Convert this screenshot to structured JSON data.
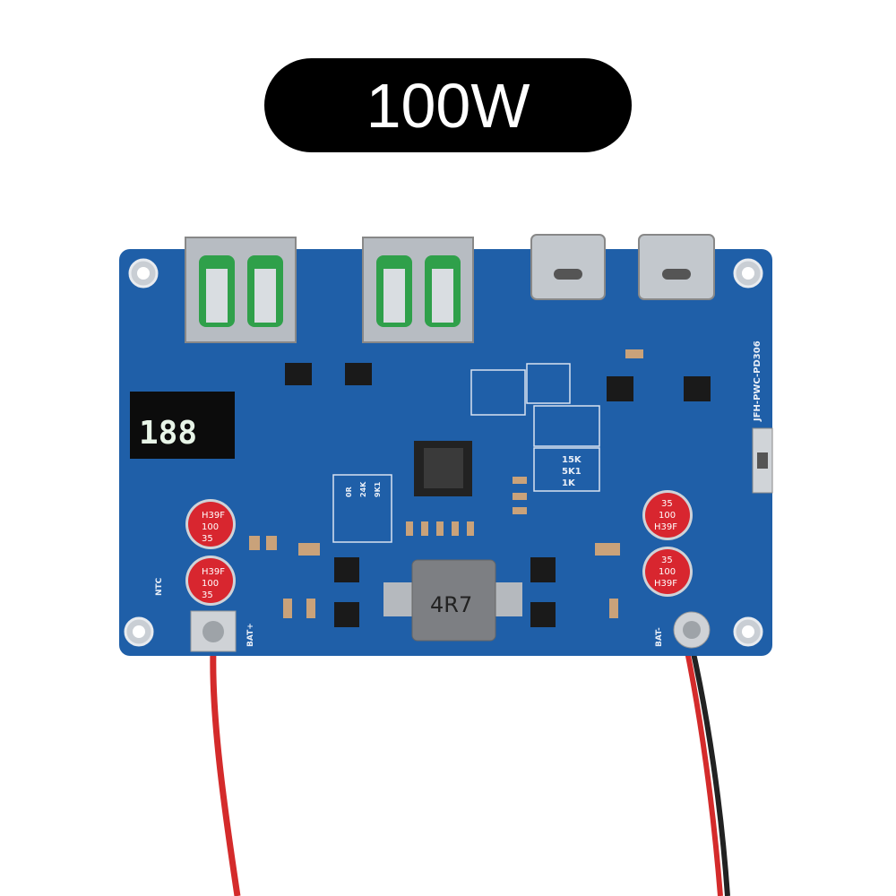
{
  "banner": {
    "label": "100W"
  },
  "board": {
    "color": "#1f5fa8",
    "model_marking": "JFH-PWC-PD306",
    "resistor_labels_right": [
      "15K",
      "5K1",
      "1K"
    ],
    "resistor_labels_left": [
      "0R",
      "24K",
      "9K1"
    ],
    "inductor_marking": "4R7",
    "capacitor_marking": [
      "H39F",
      "100",
      "35"
    ],
    "terminal_labels": {
      "positive": "BAT+",
      "negative": "BAT-",
      "ntc": "NTC"
    },
    "display_reading": "188"
  }
}
